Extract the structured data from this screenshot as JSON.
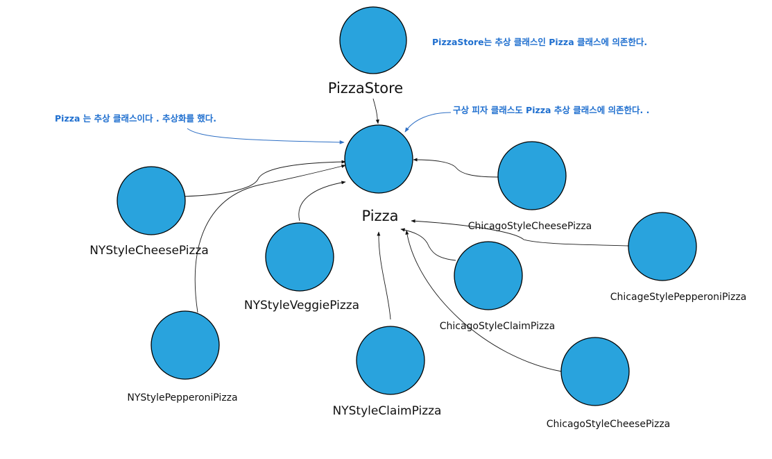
{
  "colors": {
    "node_fill": "#29a3dd",
    "node_stroke": "#000000",
    "edge": "#1a1a1a",
    "note_text": "#1f6fcf"
  },
  "nodes": {
    "pizza_store": "PizzaStore",
    "pizza": "Pizza",
    "ny_cheese": "NYStyleCheesePizza",
    "ny_veggie": "NYStyleVeggiePizza",
    "ny_pepperoni": "NYStylePepperoniPizza",
    "ny_claim": "NYStyleClaimPizza",
    "chicago_cheese_top": "ChicagoStyleCheesePizza",
    "chicago_pepperoni": "ChicageStylePepperoniPizza",
    "chicago_claim": "ChicagoStyleClaimPizza",
    "chicago_cheese_bottom": "ChicagoStyleCheesePizza"
  },
  "notes": {
    "store_depends": "PizzaStore는 추상 클래스인 Pizza 클래스에 의존한다.",
    "pizza_abstract": "Pizza 는 추상 클래스이다 . 추상화를 했다.",
    "concrete_depends": "구상 피자 클래스도 Pizza 추상 클래스에 의존한다. ."
  }
}
